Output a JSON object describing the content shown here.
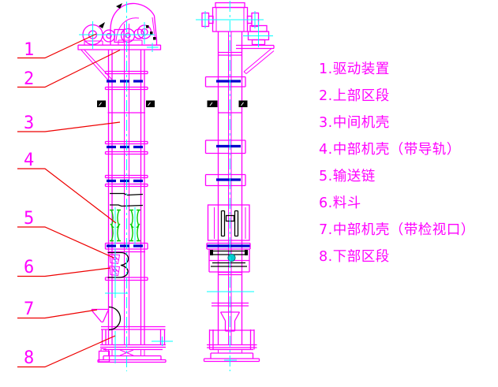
{
  "palette": {
    "outline_magenta": "#FF00FF",
    "leader_red": "#EE0000",
    "centerline_cyan": "#00FFFF",
    "section_blue": "#0000CC",
    "chain_green": "#00CC00",
    "detail_black": "#000000",
    "background": "#FFFFFF"
  },
  "callouts": [
    "1",
    "2",
    "3",
    "4",
    "5",
    "6",
    "7",
    "8"
  ],
  "legend": {
    "items": [
      "1.驱动装置",
      "2.上部区段",
      "3.中间机壳",
      "4.中部机壳（带导轨）",
      "5.输送链",
      "6.料斗",
      "7.中部机壳（带检视口）",
      "8.下部区段"
    ]
  }
}
